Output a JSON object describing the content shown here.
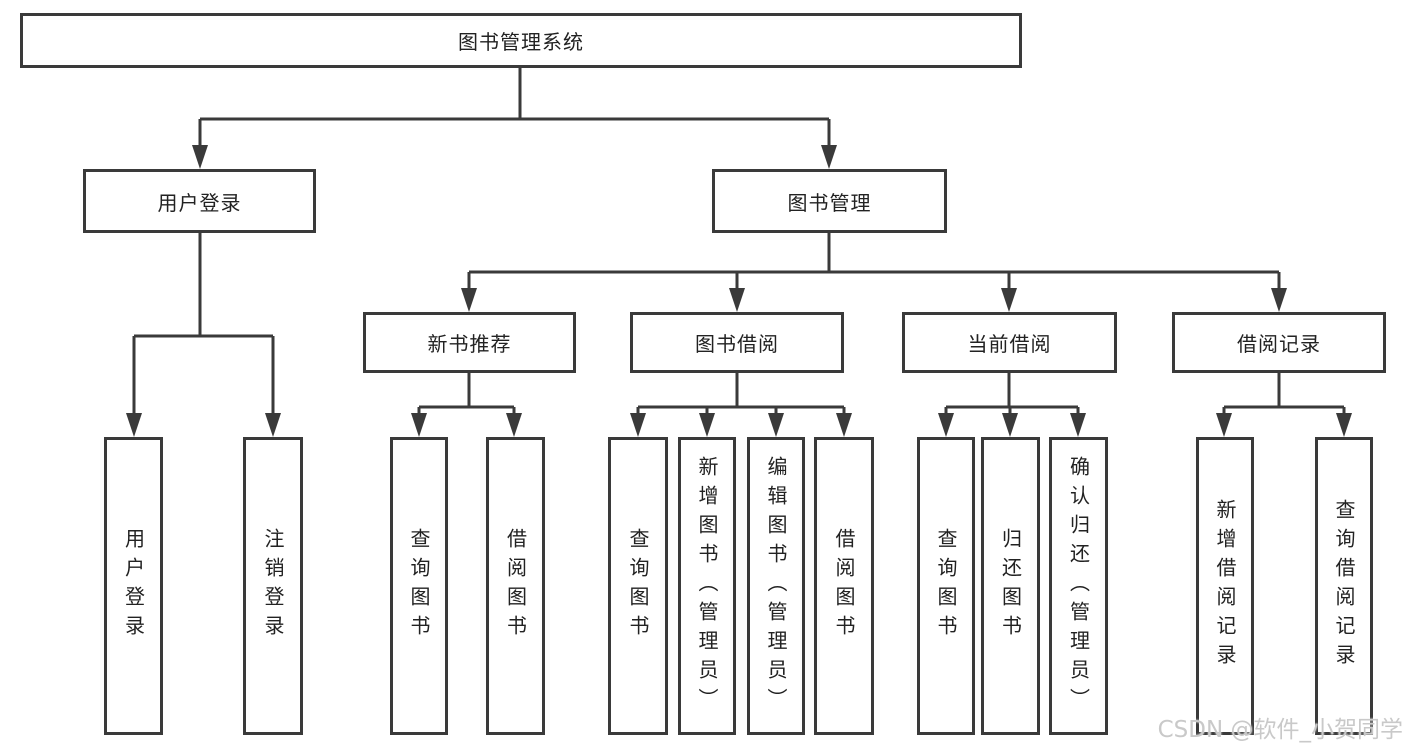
{
  "diagram": {
    "root": {
      "label": "图书管理系统",
      "children": [
        {
          "label": "用户登录",
          "children": [
            {
              "label": "用户登录"
            },
            {
              "label": "注销登录"
            }
          ]
        },
        {
          "label": "图书管理",
          "children": [
            {
              "label": "新书推荐",
              "children": [
                {
                  "label": "查询图书"
                },
                {
                  "label": "借阅图书"
                }
              ]
            },
            {
              "label": "图书借阅",
              "children": [
                {
                  "label": "查询图书"
                },
                {
                  "label": "新增图书（管理员）"
                },
                {
                  "label": "编辑图书（管理员）"
                },
                {
                  "label": "借阅图书"
                }
              ]
            },
            {
              "label": "当前借阅",
              "children": [
                {
                  "label": "查询图书"
                },
                {
                  "label": "归还图书"
                },
                {
                  "label": "确认归还（管理员）"
                }
              ]
            },
            {
              "label": "借阅记录",
              "children": [
                {
                  "label": "新增借阅记录"
                },
                {
                  "label": "查询借阅记录"
                }
              ]
            }
          ]
        }
      ]
    }
  },
  "watermark": "CSDN @软件_小贺同学",
  "colors": {
    "line": "#3a3a3a",
    "border": "#3a3a3a",
    "text": "#222222",
    "background": "#ffffff",
    "watermark": "#c9c9c9"
  }
}
